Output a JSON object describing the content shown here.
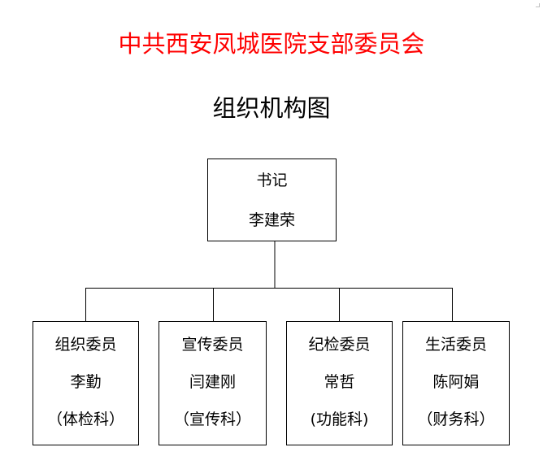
{
  "document": {
    "org_name": "中共西安凤城医院支部委员会",
    "chart_title": "组织机构图"
  },
  "colors": {
    "org_name": "#ff0000",
    "text": "#000000",
    "lines": "#000000"
  },
  "root": {
    "role": "书记",
    "name": "李建荣"
  },
  "children": [
    {
      "role": "组织委员",
      "name": "李勤",
      "dept": "（体检科）"
    },
    {
      "role": "宣传委员",
      "name": "闫建刚",
      "dept": "（宣传科）"
    },
    {
      "role": "纪检委员",
      "name": "常哲",
      "dept": "(功能科)"
    },
    {
      "role": "生活委员",
      "name": "陈阿娟",
      "dept": "（财务科）"
    }
  ]
}
